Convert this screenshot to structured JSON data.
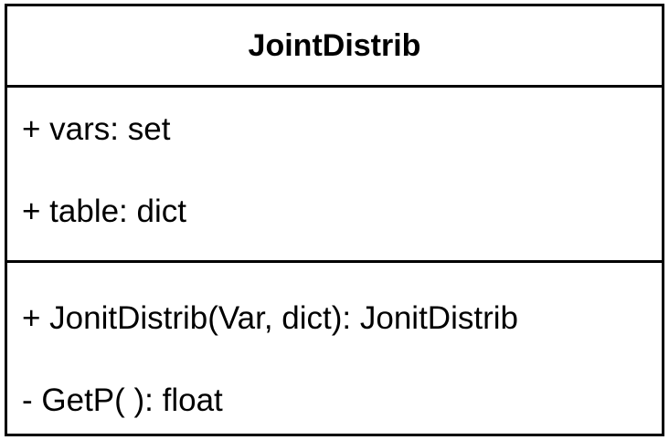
{
  "class_box": {
    "name": "JointDistrib",
    "attributes": [
      "+ vars: set",
      "+ table: dict"
    ],
    "operations": [
      "+ JonitDistrib(Var, dict): JonitDistrib",
      "- GetP( ): float"
    ]
  }
}
